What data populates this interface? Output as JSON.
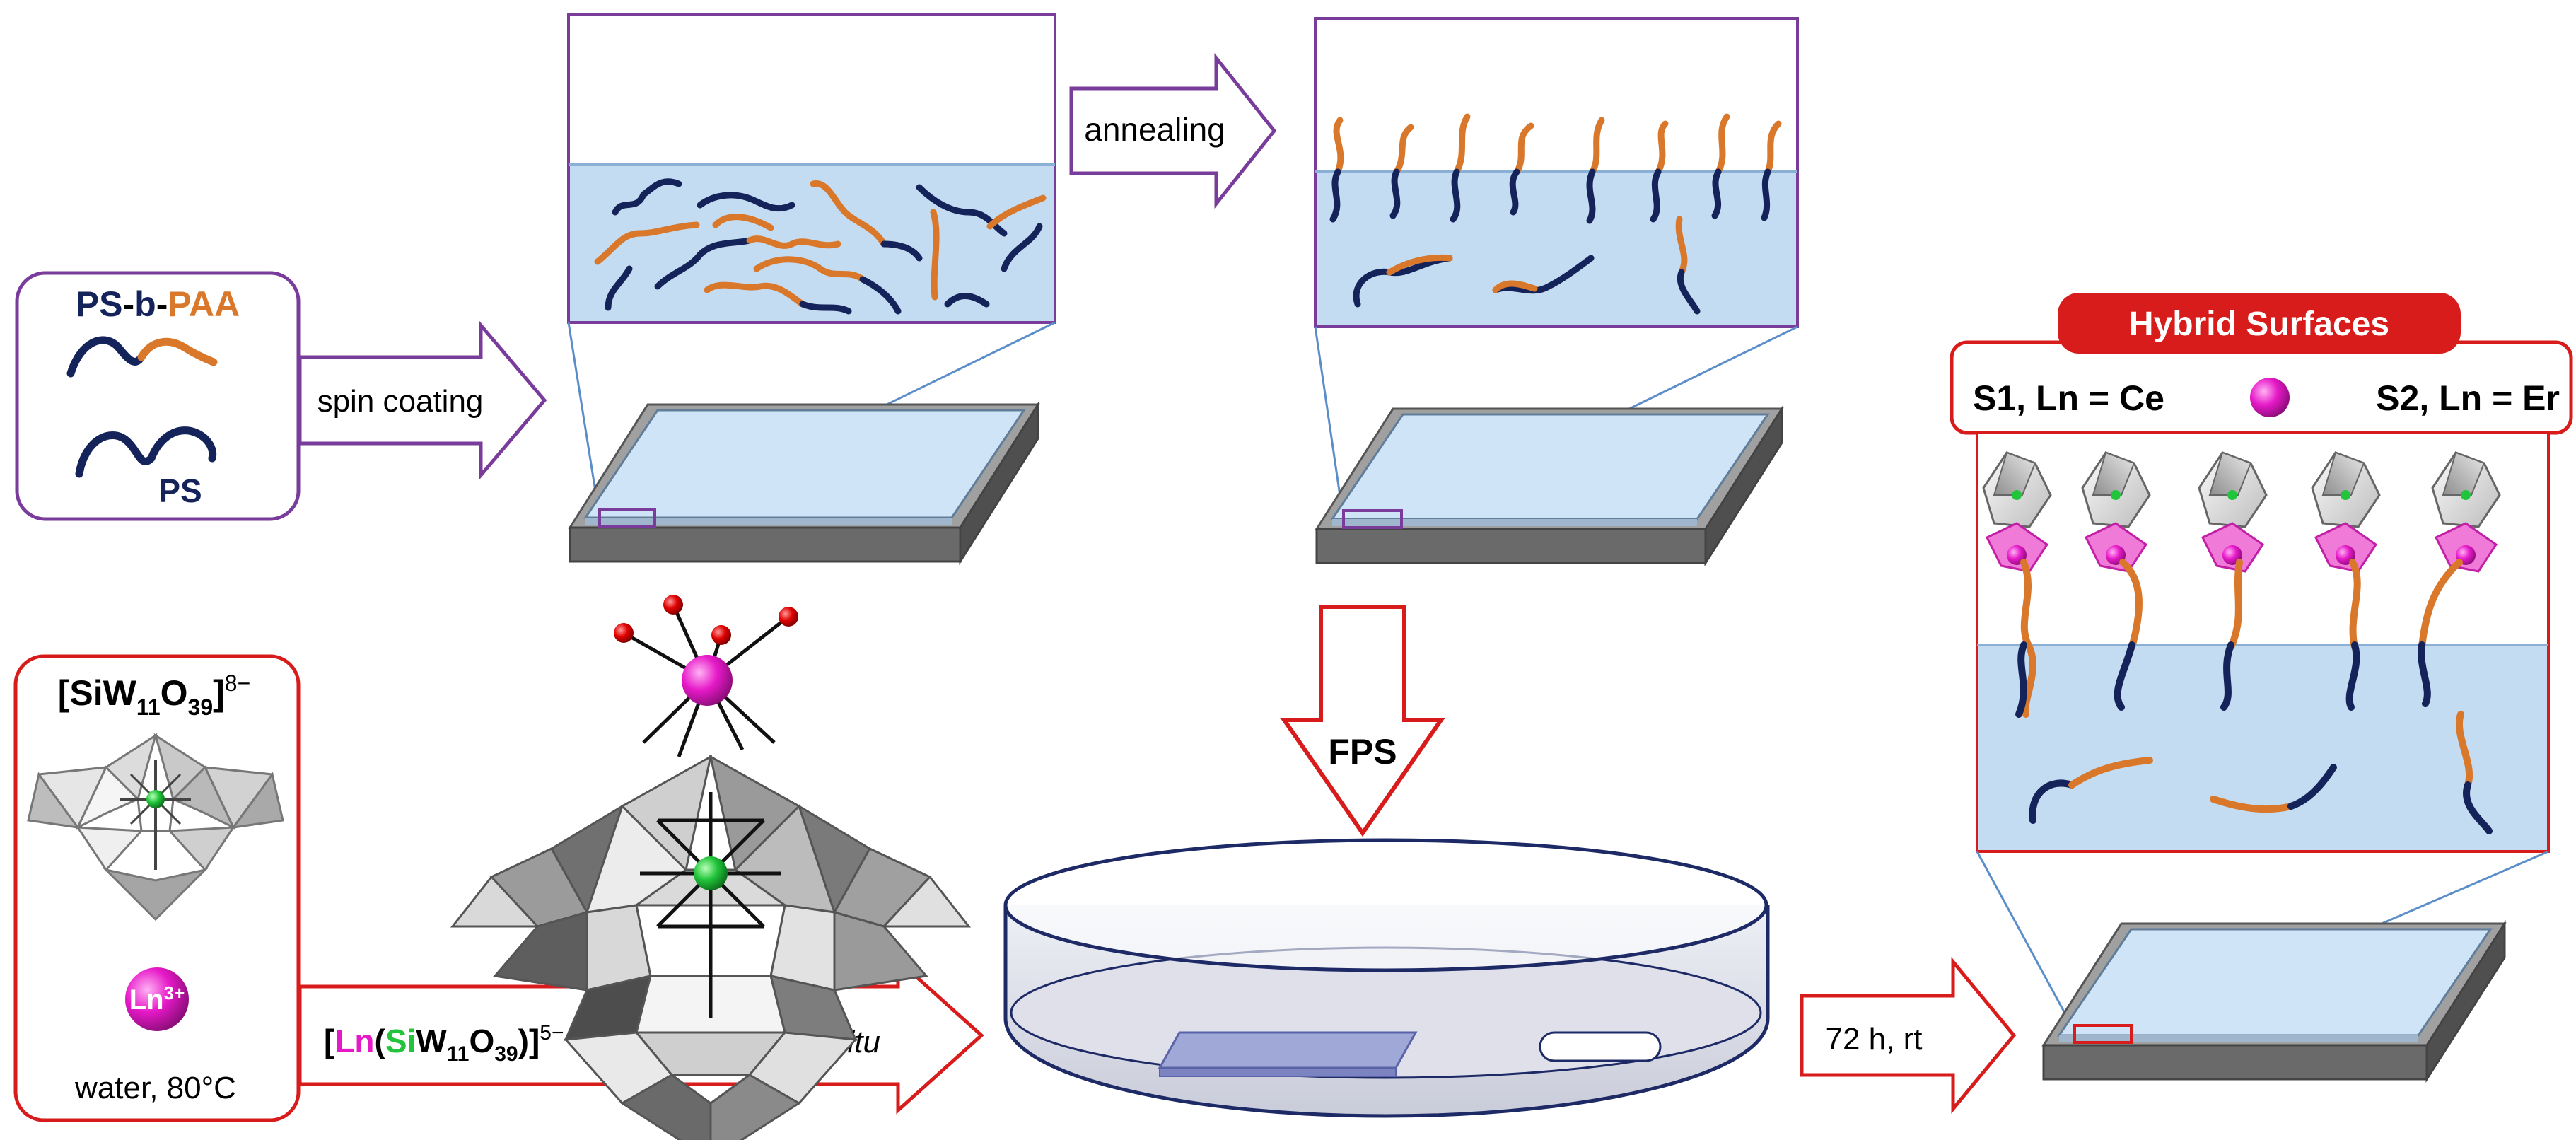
{
  "legend_box": {
    "title_ps": "PS",
    "title_dash1": "-",
    "title_b": "b",
    "title_dash2": "-",
    "title_paa": "PAA",
    "ps_label": "PS"
  },
  "arrows": {
    "spin_coating": "spin coating",
    "annealing": "annealing",
    "fps": "FPS",
    "in_situ": "in situ",
    "time_temp": "72 h, rt"
  },
  "pom_box": {
    "formula_open": "[SiW",
    "sub_11": "11",
    "o": "O",
    "sub_39": "39",
    "close": "]",
    "charge": "8−",
    "ion_ln": "Ln",
    "ion_charge": "3+",
    "conditions": "water, 80°C"
  },
  "ln_formula": {
    "open": "[",
    "ln": "Ln",
    "paren": "(",
    "si": "Si",
    "w": "W",
    "sub_11": "11",
    "o": "O",
    "sub_39": "39",
    "close": ")]",
    "charge": "5−"
  },
  "hybrid": {
    "title": "Hybrid Surfaces",
    "s1": "S1, Ln = Ce",
    "s2": "S2, Ln = Er"
  },
  "colors": {
    "ps_navy": "#14245a",
    "paa_orange": "#d9782a",
    "purple": "#7a3c9b",
    "red": "#d81b1b",
    "film_blue": "#c4dcf2",
    "ln_magenta": "#e619c8",
    "si_green": "#21c43a",
    "oxygen_red": "#e00000"
  }
}
